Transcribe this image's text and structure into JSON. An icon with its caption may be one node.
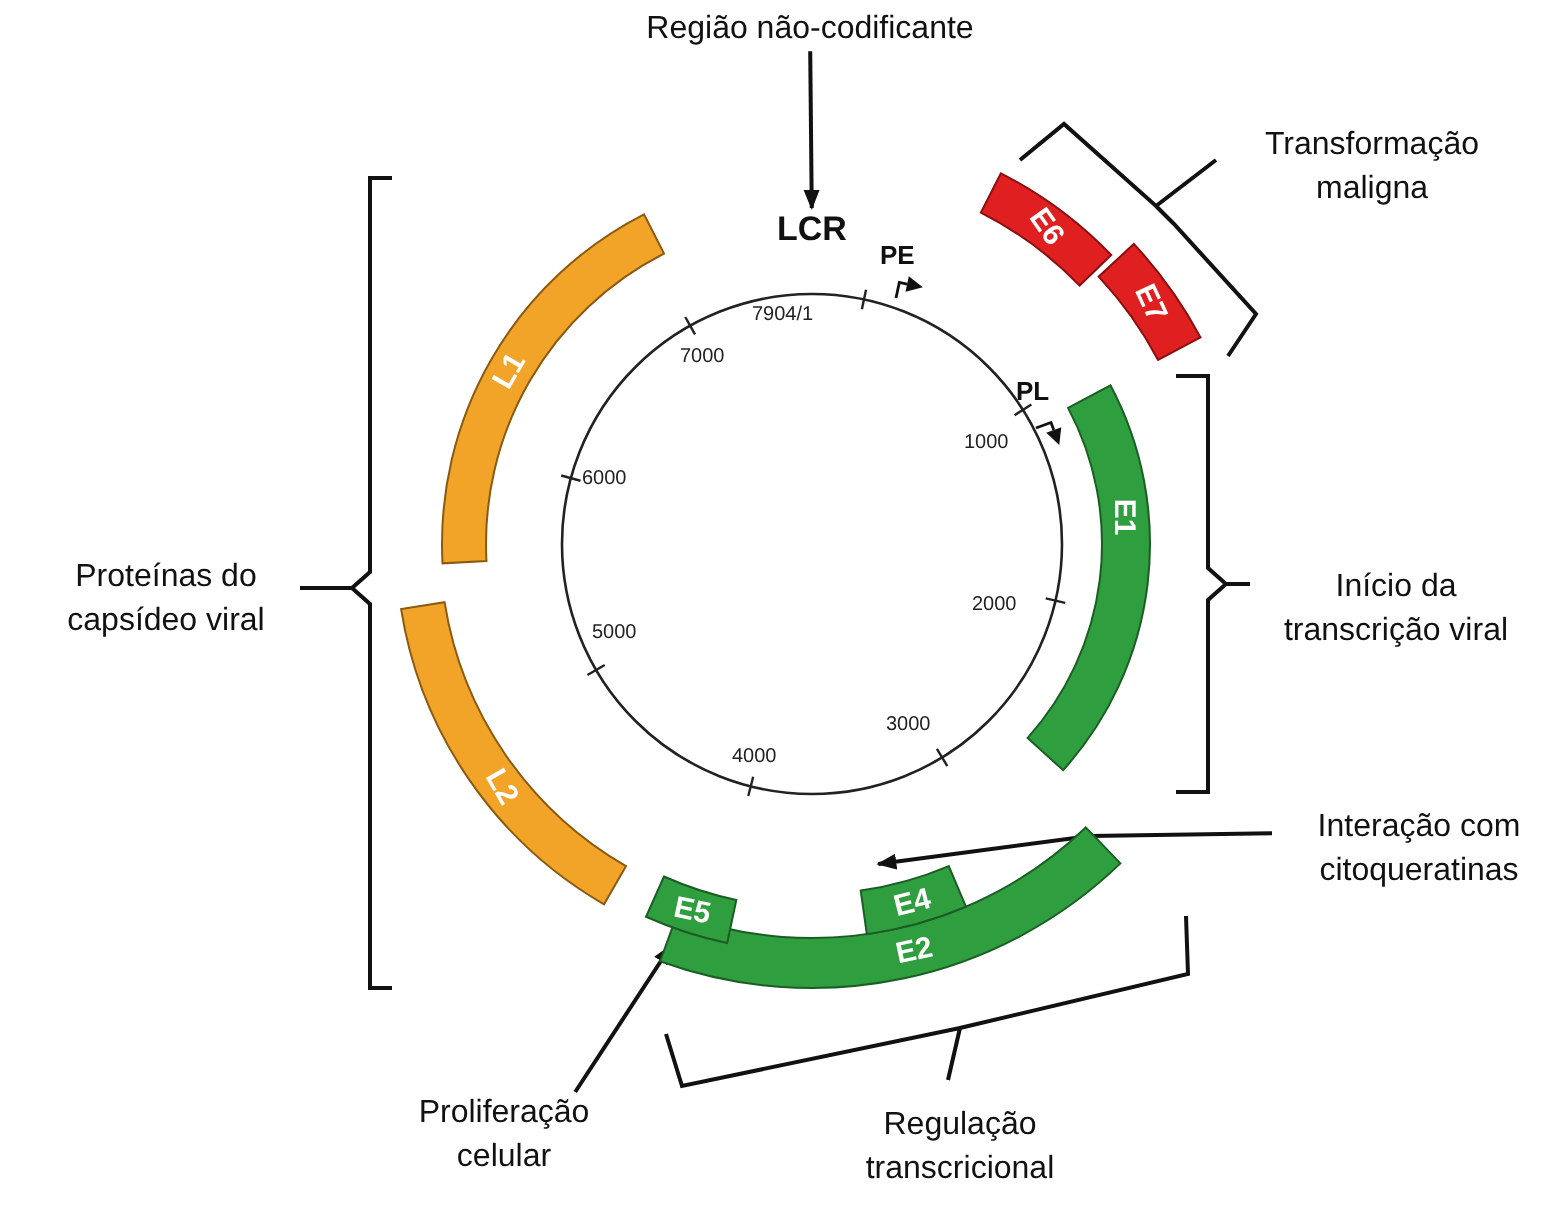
{
  "diagram": {
    "nodes": [
      {
        "text": [
          "Região não-codificante"
        ]
      },
      {
        "text": [
          "LCR"
        ]
      },
      {
        "text": [
          "L1"
        ]
      },
      {
        "text": [
          "L2"
        ]
      },
      {
        "text": [
          "E6"
        ]
      },
      {
        "text": [
          "E7"
        ]
      },
      {
        "text": [
          "E1"
        ]
      },
      {
        "text": [
          "E2"
        ]
      },
      {
        "text": [
          "E4"
        ]
      },
      {
        "text": [
          "E5"
        ]
      },
      {
        "text": [
          "Interação com citoqueratinas"
        ]
      },
      {
        "text": [
          "Proliferação celular"
        ]
      }
    ],
    "edges": [
      {
        "from": 0,
        "to": 1,
        "arrow": "to"
      },
      {
        "from": 10,
        "to": 8,
        "arrow": "to"
      },
      {
        "from": 11,
        "to": 9,
        "arrow": "to"
      }
    ],
    "labels": [
      "PE",
      "7904/1",
      "7000",
      "PL",
      "1000",
      "6000",
      "2000",
      "5000",
      "3000",
      "4000",
      "Transformação maligna",
      "Proteínas do capsídeo viral",
      "Início da transcrição viral",
      "Regulação transcricional"
    ]
  }
}
